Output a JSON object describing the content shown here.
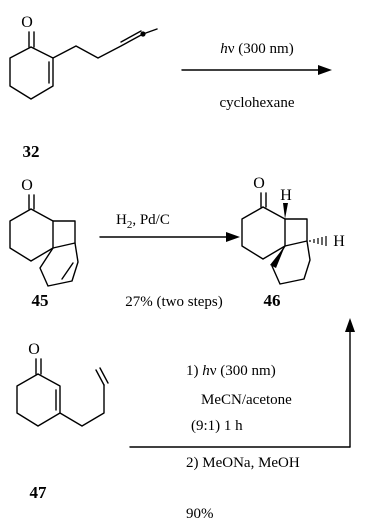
{
  "reaction1": {
    "reactant_label": "32",
    "condition_hv_symbol": "h",
    "condition_hv_rest": "ν (300 nm)",
    "condition_solvent": "cyclohexane"
  },
  "reaction2": {
    "reactant_label": "45",
    "product_label": "46",
    "condition_reagent": "H",
    "condition_reagent_sub": "2",
    "condition_reagent_rest": ", Pd/C",
    "yield": "27% (two steps)"
  },
  "reaction3": {
    "reactant_label": "47",
    "step1_prefix": "1) ",
    "step1_hv_symbol": "h",
    "step1_hv_rest": "ν (300 nm)",
    "step1_solvent": "MeCN/acetone",
    "step1_time": "(9:1) 1 h",
    "step2": "2) MeONa, MeOH",
    "yield": "90%"
  },
  "atoms": {
    "oxygen": "O",
    "hydrogen": "H"
  }
}
